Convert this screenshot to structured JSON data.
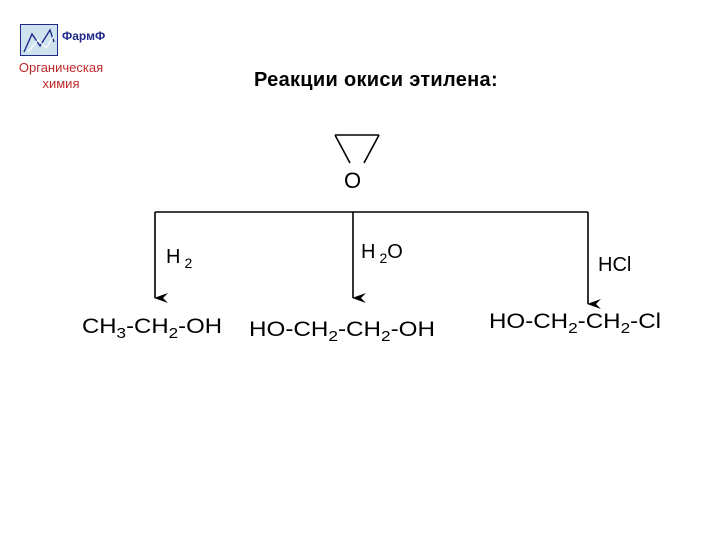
{
  "brand": {
    "title": "ФармФ",
    "subtitle_line1": "Органическая",
    "subtitle_line2": "химия",
    "accent_color": "#1f2a8a",
    "subtitle_color": "#c0282a"
  },
  "page": {
    "title": "Реакции окиси этилена:"
  },
  "scheme": {
    "reactant": {
      "ring_atom": "O"
    },
    "branches": [
      {
        "reagent": {
          "main": "H",
          "sub": "2",
          "tail": ""
        },
        "product": [
          {
            "t": "CH",
            "s": "3"
          },
          {
            "t": "-CH",
            "s": "2"
          },
          {
            "t": "-OH",
            "s": ""
          }
        ]
      },
      {
        "reagent": {
          "main": "H",
          "sub": "2",
          "tail": "O"
        },
        "product": [
          {
            "t": "HO-CH",
            "s": "2"
          },
          {
            "t": "-CH",
            "s": "2"
          },
          {
            "t": "-OH",
            "s": ""
          }
        ]
      },
      {
        "reagent": {
          "main": "HCl",
          "sub": "",
          "tail": ""
        },
        "product": [
          {
            "t": "HO-CH",
            "s": "2"
          },
          {
            "t": "-CH",
            "s": "2"
          },
          {
            "t": "-Cl",
            "s": ""
          }
        ]
      }
    ]
  }
}
